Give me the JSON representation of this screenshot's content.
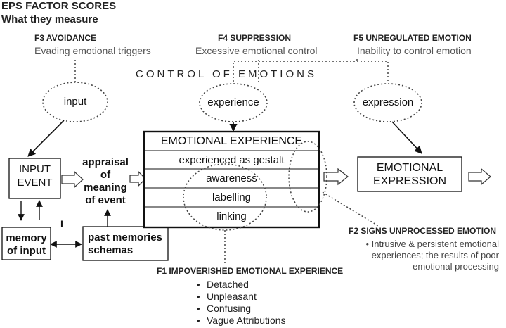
{
  "title": {
    "line1": "EPS FACTOR SCORES",
    "line2": "What they measure"
  },
  "factors": {
    "f3": {
      "title": "F3 AVOIDANCE",
      "desc": "Evading emotional triggers"
    },
    "f4": {
      "title": "F4 SUPPRESSION",
      "desc": "Excessive emotional control"
    },
    "f5": {
      "title": "F5 UNREGULATED EMOTION",
      "desc": "Inability to control emotion"
    },
    "f1": {
      "title": "F1 IMPOVERISHED EMOTIONAL EXPERIENCE",
      "bullets": [
        "Detached",
        "Unpleasant",
        "Confusing",
        "Vague Attributions"
      ]
    },
    "f2": {
      "title": "F2 SIGNS UNPROCESSED EMOTION",
      "desc_lines": [
        "• Intrusive & persistent emotional",
        "experiences; the results of poor",
        "emotional processing"
      ]
    }
  },
  "control_label": "CONTROL OF EMOTIONS",
  "ovals": {
    "input": "input",
    "experience": "experience",
    "expression": "expression"
  },
  "input_event": {
    "line1": "INPUT",
    "line2": "EVENT"
  },
  "appraisal": [
    "appraisal",
    "of",
    "meaning",
    "of event"
  ],
  "emotional_experience": {
    "header": "EMOTIONAL EXPERIENCE",
    "rows": [
      "experienced as gestalt",
      "awareness",
      "labelling",
      "linking"
    ]
  },
  "emotional_expression": {
    "line1": "EMOTIONAL",
    "line2": "EXPRESSION"
  },
  "memory_of_input": {
    "line1": "memory",
    "line2": "of input"
  },
  "past_memories": {
    "line1": "past memories",
    "line2": "schemas"
  },
  "stray_mark": "I"
}
